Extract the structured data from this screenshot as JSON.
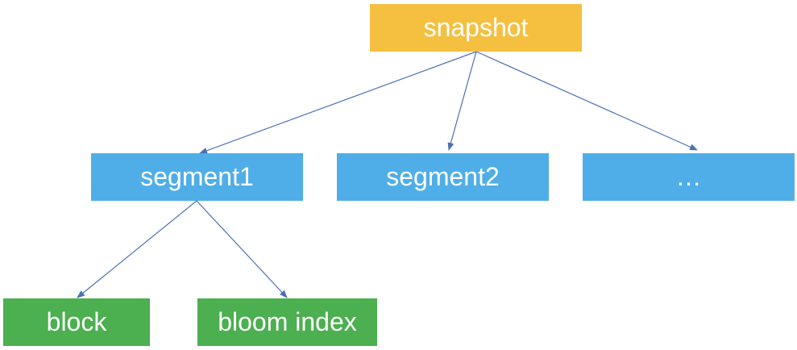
{
  "colors": {
    "root": "#F5C040",
    "segment": "#4FAEE8",
    "leaf": "#4CAF50",
    "arrow": "#4A6FB5"
  },
  "nodes": {
    "snapshot": "snapshot",
    "segment1": "segment1",
    "segment2": "segment2",
    "more": "…",
    "block": "block",
    "bloom_index": "bloom index"
  },
  "edges": [
    {
      "from": "snapshot",
      "to": "segment1"
    },
    {
      "from": "snapshot",
      "to": "segment2"
    },
    {
      "from": "snapshot",
      "to": "more"
    },
    {
      "from": "segment1",
      "to": "block"
    },
    {
      "from": "segment1",
      "to": "bloom_index"
    }
  ]
}
